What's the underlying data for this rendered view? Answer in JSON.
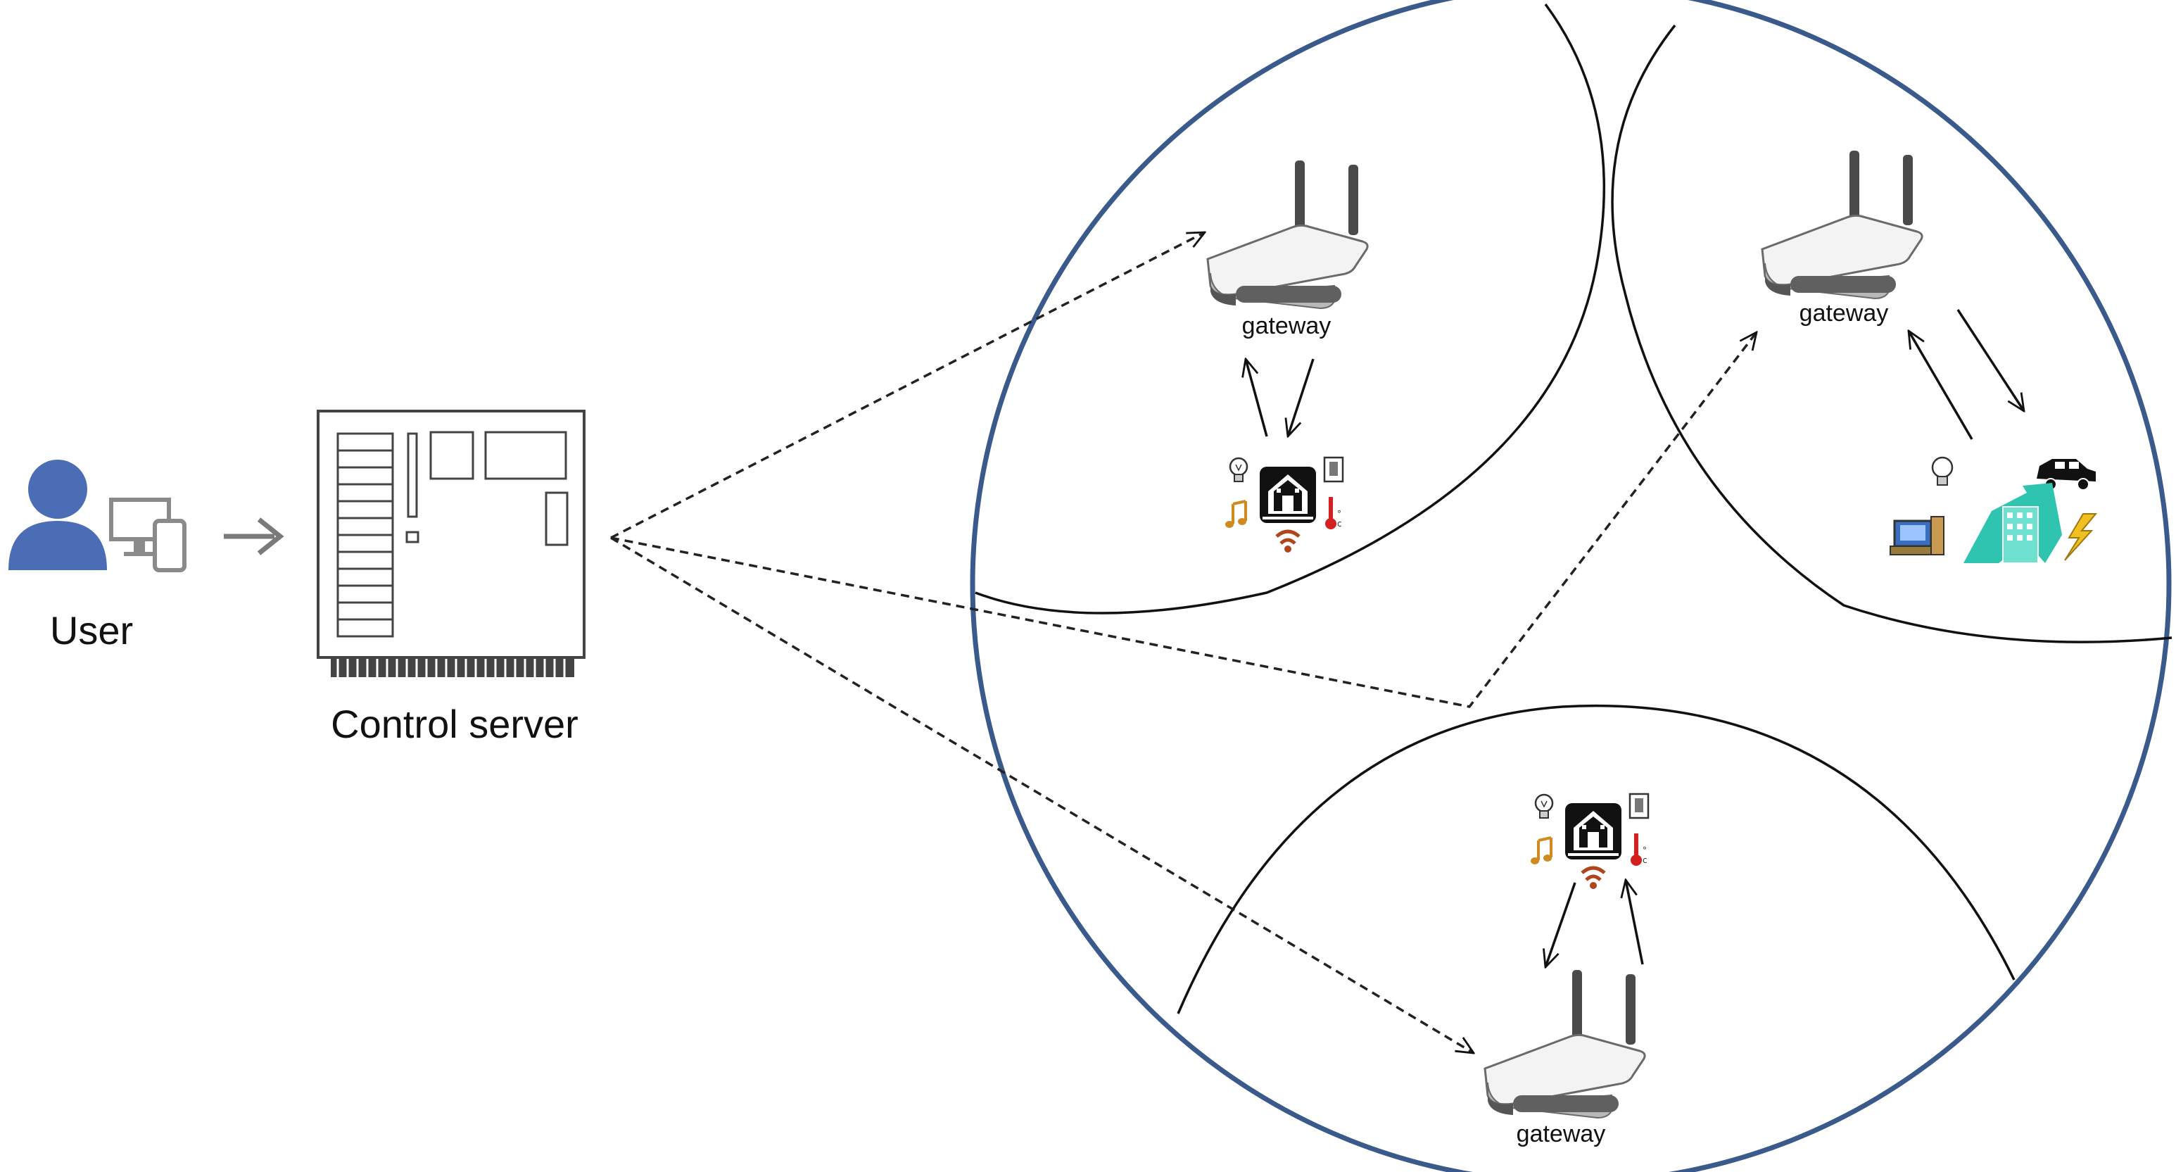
{
  "labels": {
    "user": "User",
    "control_server": "Control server",
    "gateway_top_left": "gateway",
    "gateway_top_right": "gateway",
    "gateway_bottom": "gateway"
  },
  "colors": {
    "network_circle": "#3a5a8c",
    "user_icon": "#4a6db5",
    "device_icon": "#8a8a8a",
    "arrow_gray": "#7a7a7a",
    "heat_wave": "#b0451c",
    "thermometer": "#d42020",
    "music_note": "#d08a20",
    "building": "#2fc4b0",
    "lightning": "#f0c020"
  },
  "icons": {
    "user": "user-icon",
    "devices": "monitor-phone-icon",
    "server": "server-icon",
    "gateway": "wireless-router-icon",
    "home_hub": "smart-home-icon",
    "bulb": "lightbulb-icon",
    "switch": "switch-icon",
    "music": "music-note-icon",
    "thermometer": "thermometer-icon",
    "heater": "heat-wave-icon",
    "car": "car-icon",
    "computer": "computer-icon",
    "building": "building-icon",
    "lightning": "lightning-icon"
  }
}
